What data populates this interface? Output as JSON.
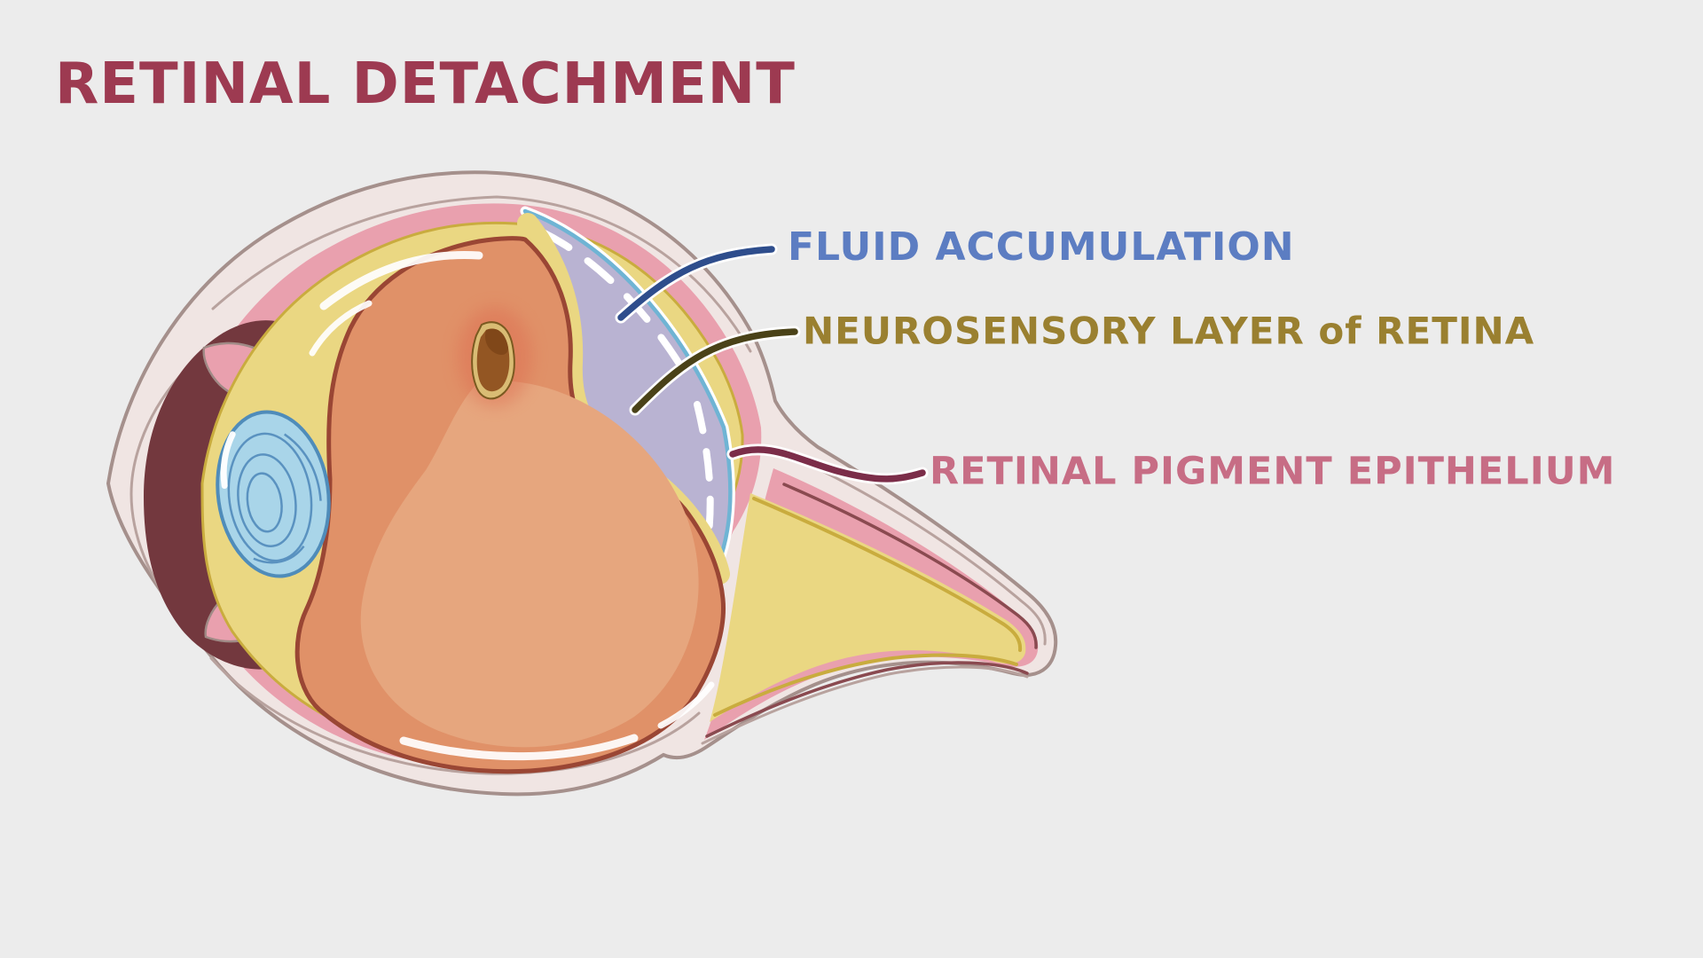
{
  "title": {
    "text": "RETINAL DETACHMENT",
    "color": "#9d3a51"
  },
  "background_color": "#ececec",
  "labels": [
    {
      "id": "fluid-accumulation",
      "text": "FLUID ACCUMULATION",
      "color": "#5c7dc2",
      "line_color": "#2e4d8c"
    },
    {
      "id": "neurosensory-layer",
      "text": "NEUROSENSORY LAYER of RETINA",
      "color": "#9a8030",
      "line_color": "#4a4218"
    },
    {
      "id": "retinal-pigment-epithelium",
      "text": "RETINAL PIGMENT EPITHELIUM",
      "color": "#c76d85",
      "line_color": "#7b2d49"
    }
  ],
  "illustration": {
    "name": "eye-cross-section-with-retinal-detachment",
    "parts": {
      "sclera": {
        "fill": "#f0e5e3",
        "outline": "#a5908c",
        "inner_line": "#b8a29e"
      },
      "choroid": {
        "fill": "#e9a0ae"
      },
      "retina_layer": {
        "fill": "#ead782",
        "edge": "#c9ac3e"
      },
      "vitreous_body": {
        "fill": "#e09168",
        "highlight": "#e6a67e",
        "outline": "#9a4634"
      },
      "subretinal_fluid": {
        "fill": "#b9b3d2",
        "edge": "#6fb4d4"
      },
      "retinal_tear": {
        "fill": "#935623",
        "rim": "#d9bc74",
        "glow": "#dd6a50"
      },
      "lens": {
        "fill": "#a9d5e9",
        "outline": "#4f8cba"
      },
      "anterior_chamber": {
        "fill": "#73383e"
      },
      "optic_nerve": {
        "core": "#ead782",
        "sheath_pink": "#e9a0ae",
        "sheath_line": "#8a4a50",
        "core_edge": "#c9ac3e"
      }
    }
  }
}
